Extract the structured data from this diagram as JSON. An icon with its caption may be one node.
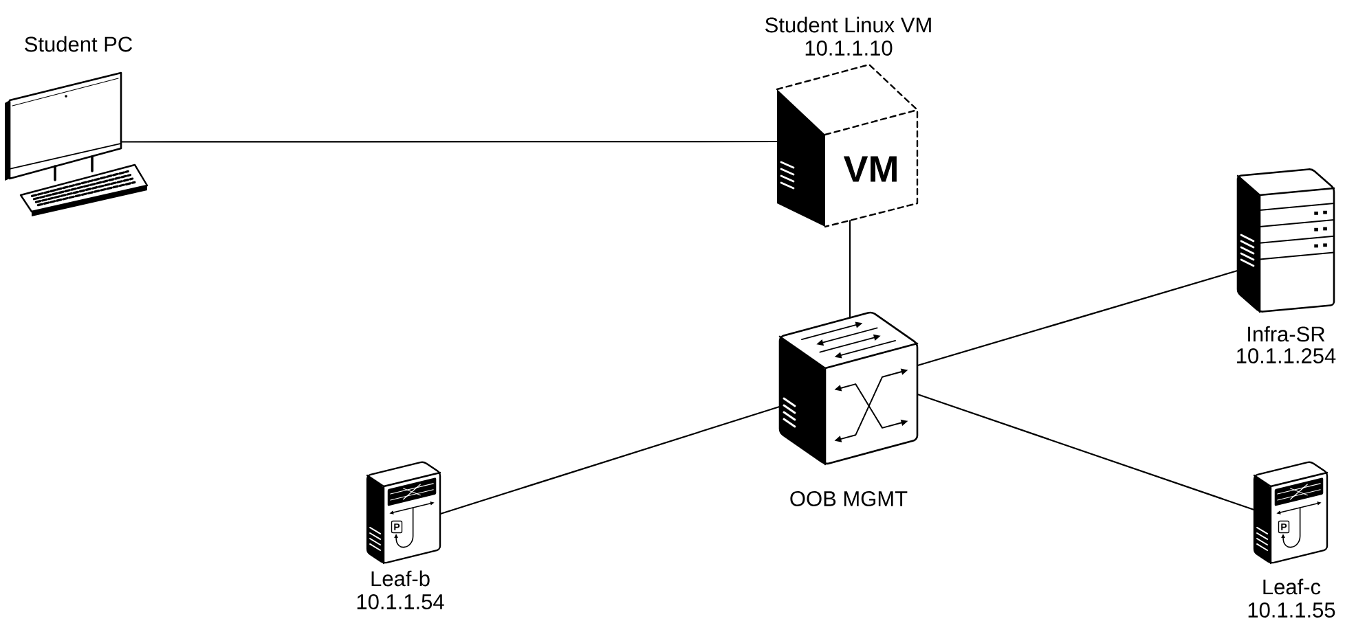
{
  "diagram": {
    "nodes": [
      {
        "text": [
          "Student PC"
        ]
      },
      {
        "text": [
          "Student Linux VM",
          "10.1.1.10",
          "VM"
        ]
      },
      {
        "text": [
          "OOB MGMT"
        ]
      },
      {
        "text": [
          "Infra-SR",
          "10.1.1.254"
        ]
      },
      {
        "text": [
          "P",
          "Leaf-b",
          "10.1.1.54"
        ]
      },
      {
        "text": [
          "P",
          "Leaf-c",
          "10.1.1.55"
        ]
      }
    ],
    "edges": [
      {
        "from": 0,
        "to": 1,
        "arrow": "none"
      },
      {
        "from": 1,
        "to": 2,
        "arrow": "none"
      },
      {
        "from": 2,
        "to": 3,
        "arrow": "none"
      },
      {
        "from": 2,
        "to": 4,
        "arrow": "none"
      },
      {
        "from": 2,
        "to": 5,
        "arrow": "none"
      }
    ]
  }
}
